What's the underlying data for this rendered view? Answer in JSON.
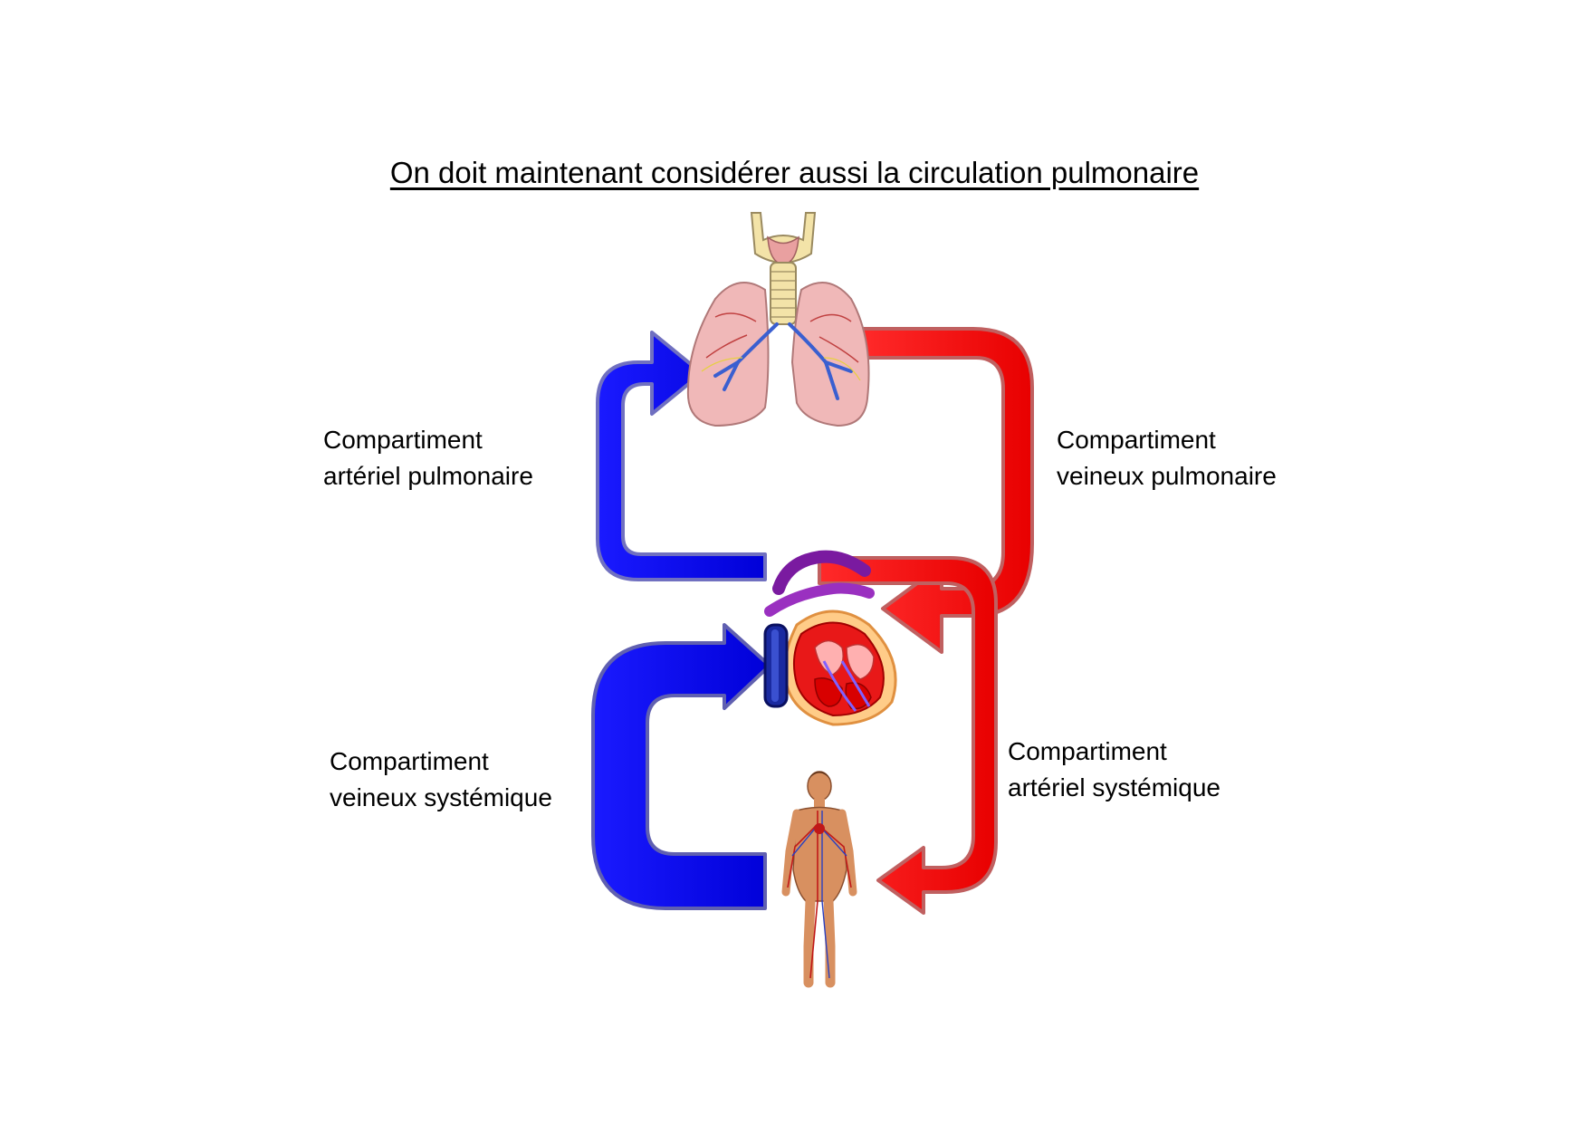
{
  "title": "On doit maintenant considérer aussi la circulation pulmonaire",
  "labels": {
    "arterial_pulmonary": [
      "Compartiment",
      "artériel pulmonaire"
    ],
    "venous_pulmonary": [
      "Compartiment",
      "veineux pulmonaire"
    ],
    "venous_systemic": [
      "Compartiment",
      "veineux systémique"
    ],
    "arterial_systemic": [
      "Compartiment",
      "artériel systémique"
    ]
  },
  "colors": {
    "venous_blue": "#1010e8",
    "arterial_red": "#ff1010",
    "background": "#ffffff"
  },
  "icons": [
    "lungs-illustration",
    "heart-illustration",
    "human-body-illustration"
  ]
}
